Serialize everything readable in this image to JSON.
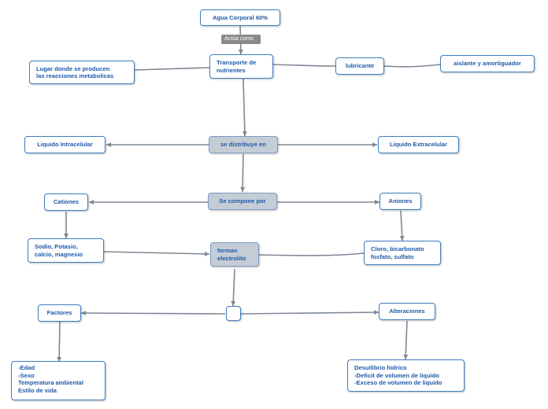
{
  "diagram": {
    "root": "Agua Corporal 60%",
    "root_link_label": "Actúa como",
    "transport": "Transporte de\nnutrientes",
    "metabolic": "Lugar donde se producen\nlas reacciones metabolicas",
    "lubricant": "lubricante",
    "insulator": "aislante y amortiguador",
    "distributes": "se distribuye en",
    "intracellular": "Liquido Intracelular",
    "extracellular": "Liquido Extracelular",
    "composed": "Se compone por",
    "cations": "Cationes",
    "anions": "Aniones",
    "cation_list": "Sodio, Potasio,\ncalcio, magnesio",
    "anion_list": "Cloro, bicarbonato\nfosfato, sulfato",
    "electrolyte": "forman\nelectrolito",
    "empty_node": "",
    "factors": "Factores",
    "factor_list": "-Edad\n-Sexo\nTemperatura ambiental\nEstilo de vida",
    "alterations": "Alteraciones",
    "alteration_list": "Desuilibrio hidrico\n-Deficit de volumen de liquido\n-Exceso de volumen de liquido"
  },
  "colors": {
    "node_border": "#3f7fc0",
    "node_text": "#1e5aa8",
    "highlight_fill": "#c4ccd6",
    "connector": "#7d8894",
    "label_fill": "#8a8a8a"
  }
}
